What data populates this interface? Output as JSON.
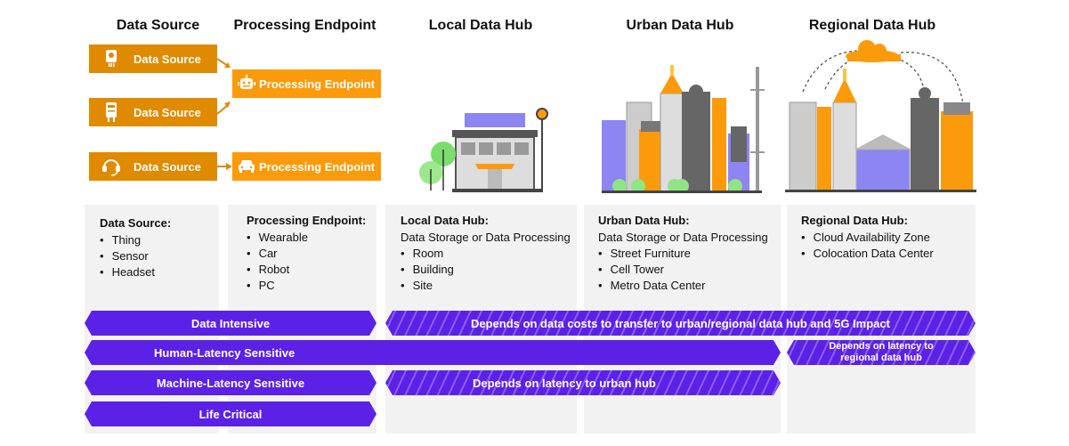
{
  "headers": [
    "Data Source",
    "Processing Endpoint",
    "Local Data Hub",
    "Urban Data Hub",
    "Regional Data Hub"
  ],
  "sources": [
    {
      "label": "Data Source",
      "icon": "thing-icon"
    },
    {
      "label": "Data Source",
      "icon": "sensor-icon"
    },
    {
      "label": "Data Source",
      "icon": "headset-icon"
    }
  ],
  "endpoints": [
    {
      "label": "Processing Endpoint",
      "icon": "robot-icon"
    },
    {
      "label": "Processing Endpoint",
      "icon": "car-icon"
    }
  ],
  "columns": [
    {
      "title": "Data Source:",
      "subtitle": "",
      "items": [
        "Thing",
        "Sensor",
        "Headset"
      ]
    },
    {
      "title": "Processing Endpoint:",
      "subtitle": "",
      "items": [
        "Wearable",
        "Car",
        "Robot",
        "PC"
      ]
    },
    {
      "title": "Local Data Hub:",
      "subtitle": "Data Storage or Data Processing",
      "items": [
        "Room",
        "Building",
        "Site"
      ]
    },
    {
      "title": "Urban Data Hub:",
      "subtitle": "Data Storage or Data Processing",
      "items": [
        "Street Furniture",
        "Cell Tower",
        "Metro Data Center"
      ]
    },
    {
      "title": "Regional Data Hub:",
      "subtitle": "",
      "items": [
        "Cloud Availability Zone",
        "Colocation Data Center"
      ]
    }
  ],
  "bars": {
    "data_intensive": "Data Intensive",
    "human_latency": "Human-Latency Sensitive",
    "machine_latency": "Machine-Latency Sensitive",
    "life_critical": "Life Critical",
    "data_costs": "Depends on data costs to transfer to urban/regional data hub and 5G Impact",
    "latency_regional": "Depends on latency to regional data hub",
    "latency_urban": "Depends on latency to urban hub"
  },
  "colors": {
    "orange_dark": "#e08a00",
    "orange": "#fb9a0b",
    "purple": "#5b21e6",
    "gray": "#f2f2f2"
  }
}
